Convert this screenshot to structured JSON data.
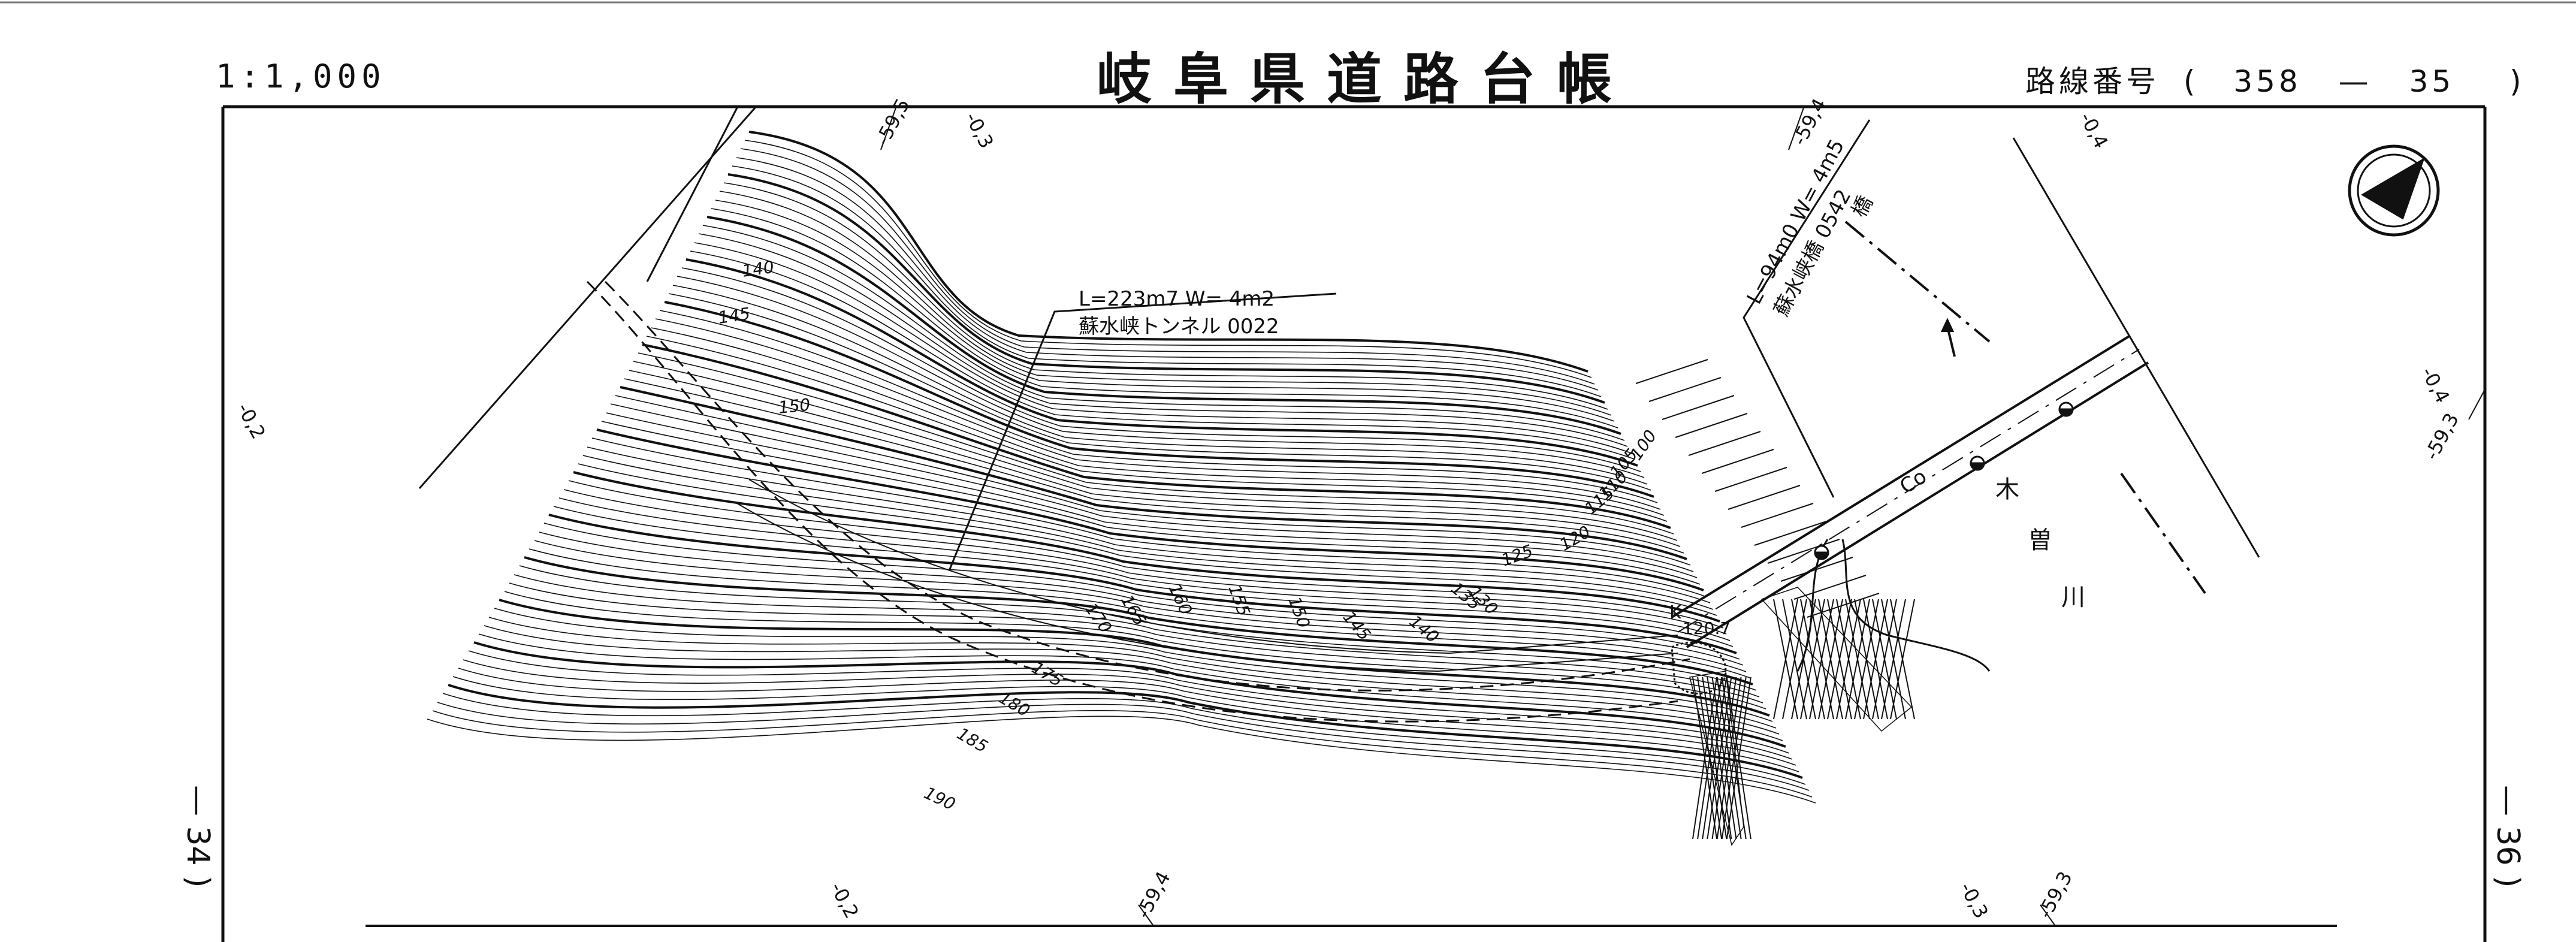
{
  "header": {
    "scale": "1:1,000",
    "title": "岐阜県道路台帳",
    "route_label": "路線番号",
    "route_open": "(",
    "route_number": "358",
    "route_dash": "—",
    "route_section": "35",
    "route_close": ")"
  },
  "sheet_refs": {
    "left": "— 34 )",
    "right": "— 36 )"
  },
  "map": {
    "tunnel_label_dims": "L=223m7  W= 4m2",
    "tunnel_label_name": "蘇水峡トンネル  0022",
    "bridge_label_dims": "L=94m0  W= 4m5",
    "bridge_label_name": "蘇水峡橋  0542",
    "bridge_label_extra": "橋",
    "river_chars": [
      "木",
      "曽",
      "川"
    ],
    "road_marker": "Co",
    "k_marker": "K",
    "elevation_point": "120.7",
    "grid_refs": [
      {
        "id": "top-1",
        "text": "-59,5"
      },
      {
        "id": "top-2",
        "text": "-0,3"
      },
      {
        "id": "top-3",
        "text": "-59,4"
      },
      {
        "id": "top-4",
        "text": "-0,4"
      },
      {
        "id": "left-1",
        "text": "-0,2"
      },
      {
        "id": "right-1",
        "text": "-0,4"
      },
      {
        "id": "right-2",
        "text": "-59,3"
      },
      {
        "id": "bottom-1",
        "text": "-0,2"
      },
      {
        "id": "bottom-2",
        "text": "-59,4"
      },
      {
        "id": "bottom-3",
        "text": "-0,3"
      },
      {
        "id": "bottom-4",
        "text": "-59,3"
      }
    ],
    "contour_labels": [
      "140",
      "145",
      "150",
      "190",
      "185",
      "180",
      "175",
      "170",
      "165",
      "160",
      "155",
      "150",
      "145",
      "140",
      "135",
      "130",
      "125",
      "120",
      "115",
      "110",
      "105",
      "100"
    ]
  }
}
